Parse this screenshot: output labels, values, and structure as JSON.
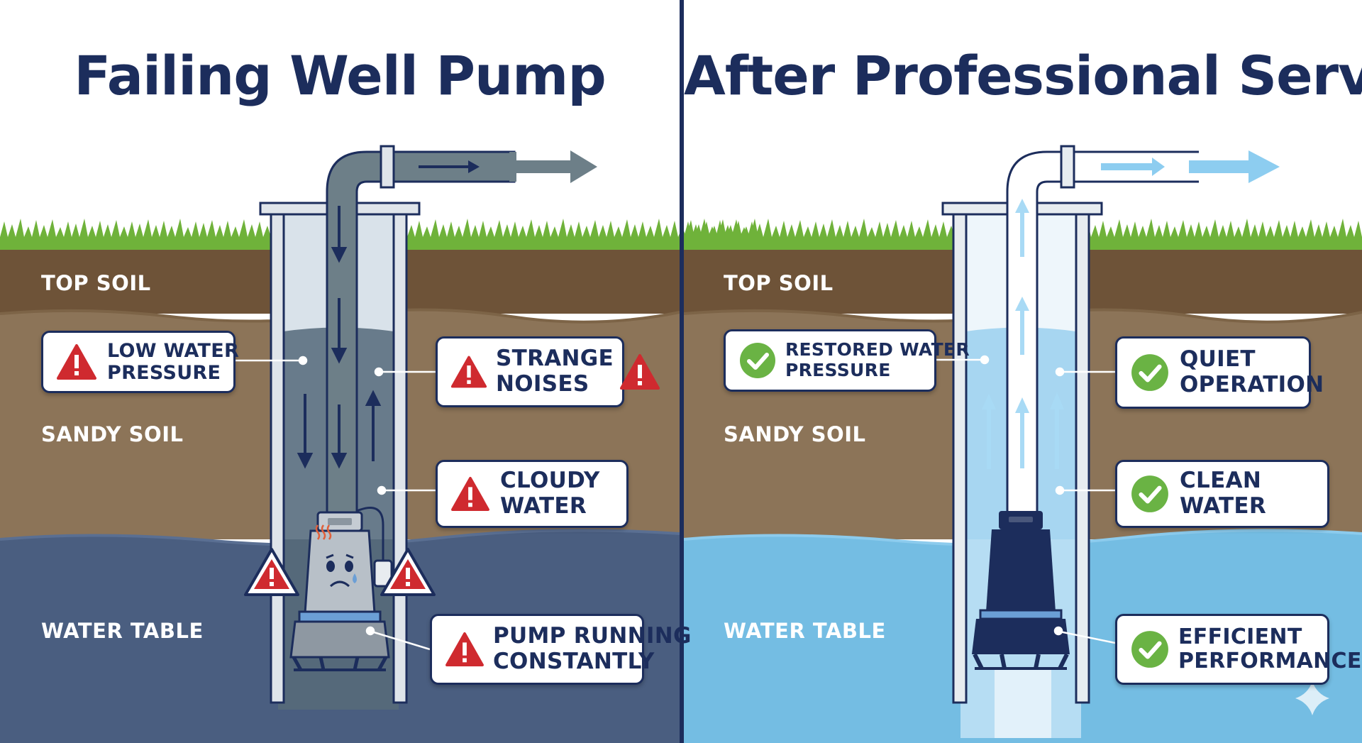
{
  "titles": {
    "left": "Failing Well Pump",
    "right": "After Professional Service"
  },
  "soil_layers": {
    "top": "TOP SOIL",
    "sandy": "SANDY SOIL",
    "water": "WATER TABLE"
  },
  "left_callouts": {
    "low_pressure": [
      "LOW WATER",
      "PRESSURE"
    ],
    "strange_noises": [
      "STRANGE",
      "NOISES"
    ],
    "cloudy_water": [
      "CLOUDY",
      "WATER"
    ],
    "running_constantly": [
      "PUMP RUNNING",
      "CONSTANTLY"
    ]
  },
  "right_callouts": {
    "restored_pressure": [
      "RESTORED WATER",
      "PRESSURE"
    ],
    "quiet_operation": [
      "QUIET",
      "OPERATION"
    ],
    "clean_water": [
      "CLEAN",
      "WATER"
    ],
    "efficient_performance": [
      "EFFICIENT",
      "PERFORMANCE"
    ]
  },
  "icons": {
    "warning": "warning-triangle-icon",
    "check": "check-circle-icon",
    "sad_face": "sad-face-icon",
    "heat": "heat-waves-icon"
  },
  "colors": {
    "navy": "#1c2d5c",
    "warning_red": "#cf2a2f",
    "check_green": "#6ab344",
    "grass": "#6fb23a",
    "top_soil": "#6e5338",
    "sandy_soil": "#8c7458",
    "water_failing": "#4a5e80",
    "water_serviced": "#74bde3",
    "flow_light_blue": "#8dcdf0"
  }
}
